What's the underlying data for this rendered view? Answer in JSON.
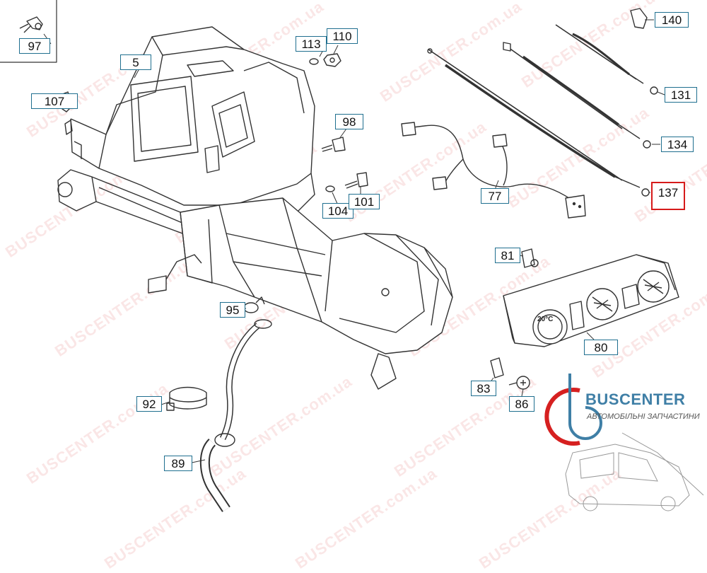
{
  "callouts": [
    {
      "id": "97",
      "label": "97"
    },
    {
      "id": "5",
      "label": "5"
    },
    {
      "id": "107",
      "label": "107"
    },
    {
      "id": "113",
      "label": "113"
    },
    {
      "id": "110",
      "label": "110"
    },
    {
      "id": "98",
      "label": "98"
    },
    {
      "id": "104",
      "label": "104"
    },
    {
      "id": "101",
      "label": "101"
    },
    {
      "id": "77",
      "label": "77"
    },
    {
      "id": "140",
      "label": "140"
    },
    {
      "id": "131",
      "label": "131"
    },
    {
      "id": "134",
      "label": "134"
    },
    {
      "id": "137",
      "label": "137",
      "highlighted": true
    },
    {
      "id": "81",
      "label": "81"
    },
    {
      "id": "80",
      "label": "80"
    },
    {
      "id": "95",
      "label": "95"
    },
    {
      "id": "92",
      "label": "92"
    },
    {
      "id": "89",
      "label": "89"
    },
    {
      "id": "83",
      "label": "83"
    },
    {
      "id": "86",
      "label": "86"
    }
  ],
  "knob_label": "20°C",
  "brand": {
    "name": "BUSCENTER",
    "tagline": "АВТОМОБІЛЬНІ ЗАПЧАСТИНИ"
  },
  "watermark_text": "BUSCENTER.com.ua",
  "colors": {
    "callout_border": "#1f6f8f",
    "highlight_border": "#d61a1a",
    "line": "#333333",
    "brand_blue": "#3f7fa6",
    "brand_red": "#d62020"
  }
}
